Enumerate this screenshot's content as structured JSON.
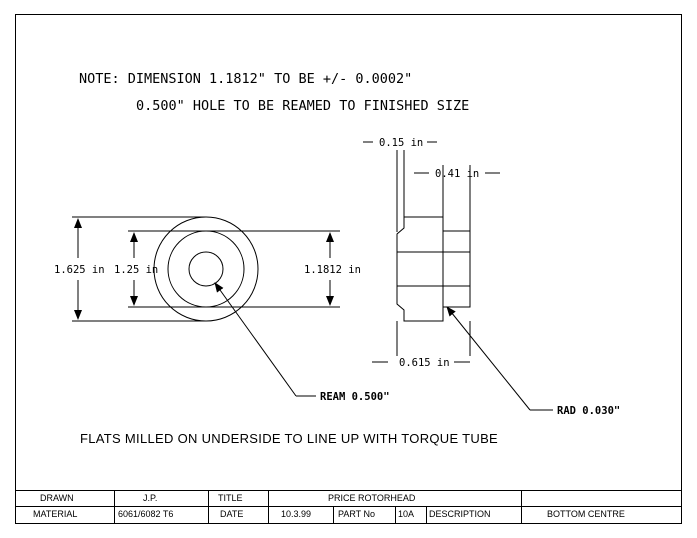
{
  "notes": {
    "line1": "NOTE: DIMENSION 1.1812\" TO BE +/- 0.0002\"",
    "line2": "0.500\" HOLE TO BE REAMED TO FINISHED SIZE",
    "flats": "FLATS MILLED ON UNDERSIDE TO LINE UP WITH TORQUE TUBE"
  },
  "dimensions": {
    "outer_dia": "1.625 in",
    "mid_dia": "1.25 in",
    "bore_flat": "1.1812 in",
    "flange_thk": "0.15 in",
    "hub_len": "0.41 in",
    "overall_len": "0.615 in"
  },
  "callouts": {
    "ream": "REAM 0.500\"",
    "rad": "RAD 0.030\""
  },
  "title_block": {
    "drawn_label": "DRAWN",
    "drawn_value": "J.P.",
    "title_label": "TITLE",
    "title_value": "PRICE ROTORHEAD",
    "material_label": "MATERIAL",
    "material_value": "6061/6082 T6",
    "date_label": "DATE",
    "date_value": "10.3.99",
    "part_no_label": "PART No",
    "part_no_value": "10A",
    "description_label": "DESCRIPTION",
    "description_value": "BOTTOM CENTRE"
  }
}
